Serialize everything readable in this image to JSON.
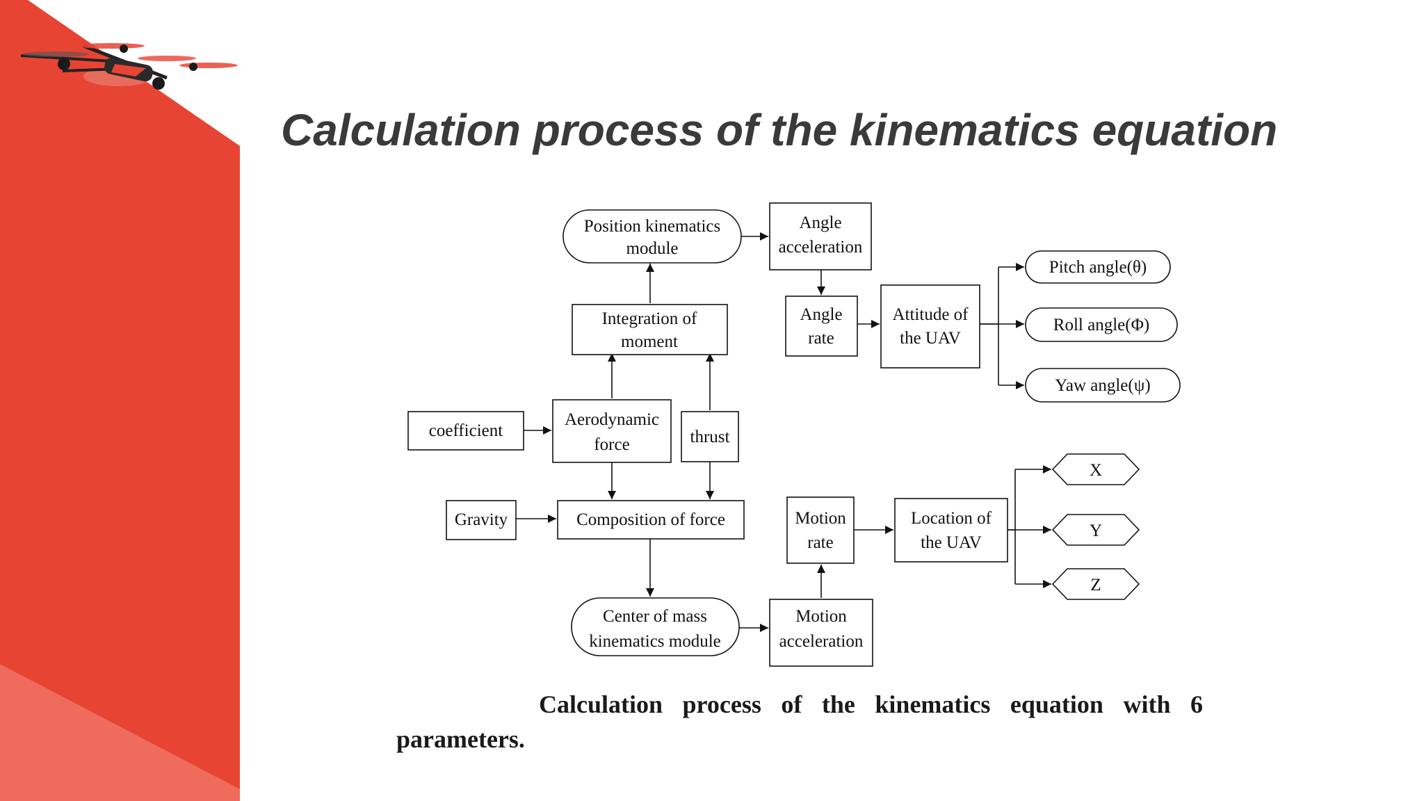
{
  "slide": {
    "title": "Calculation process of the kinematics equation",
    "caption": "Calculation process of the kinematics equation with 6 parameters."
  },
  "colors": {
    "red_band": "#e84434",
    "red_light": "#ef6b5c",
    "title_text": "#3a3a3a"
  },
  "icons": {
    "drone": "drone-icon"
  },
  "diagram": {
    "nodes": {
      "position_module": [
        "Position kinematics",
        "module"
      ],
      "angle_accel": [
        "Angle",
        "acceleration"
      ],
      "angle_rate": [
        "Angle",
        "rate"
      ],
      "attitude": [
        "Attitude of",
        "the UAV"
      ],
      "pitch": "Pitch angle(θ)",
      "roll": "Roll angle(Φ)",
      "yaw": "Yaw angle(ψ)",
      "integration": [
        "Integration of",
        "moment"
      ],
      "coefficient": "coefficient",
      "aero_force": [
        "Aerodynamic",
        "force"
      ],
      "thrust": "thrust",
      "gravity": "Gravity",
      "composition": "Composition of force",
      "motion_rate": [
        "Motion",
        "rate"
      ],
      "location": [
        "Location of",
        "the UAV"
      ],
      "x": "X",
      "y": "Y",
      "z": "Z",
      "com_module": [
        "Center of mass",
        "kinematics module"
      ],
      "motion_accel": [
        "Motion",
        "acceleration"
      ]
    }
  }
}
